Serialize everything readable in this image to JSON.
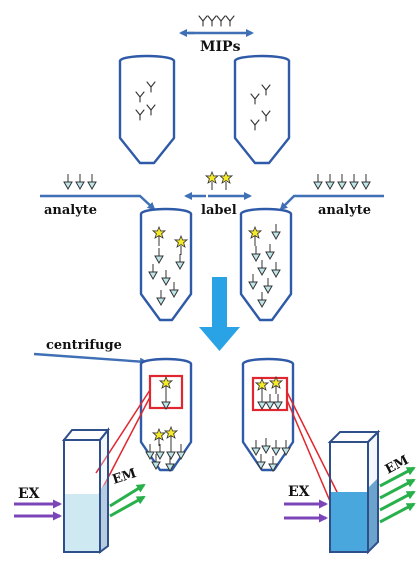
{
  "labels": {
    "mips": "MIPs",
    "analyte_left": "analyte",
    "label": "label",
    "analyte_right": "analyte",
    "centrifuge": "centrifuge",
    "ex_left": "EX",
    "em_left": "EM",
    "ex_right": "EX",
    "em_right": "EM"
  },
  "colors": {
    "tube_outline": "#2f5aa8",
    "process_arrow": "#29a3e6",
    "analyte_fill": "#bfe6ea",
    "label_star": "#f5ea2a",
    "highlight_box": "#e0262e",
    "excitation": "#7b45b8",
    "emission": "#28b04a",
    "liquid_light": "#cfe9f3",
    "liquid_dark": "#4aa7dd"
  }
}
